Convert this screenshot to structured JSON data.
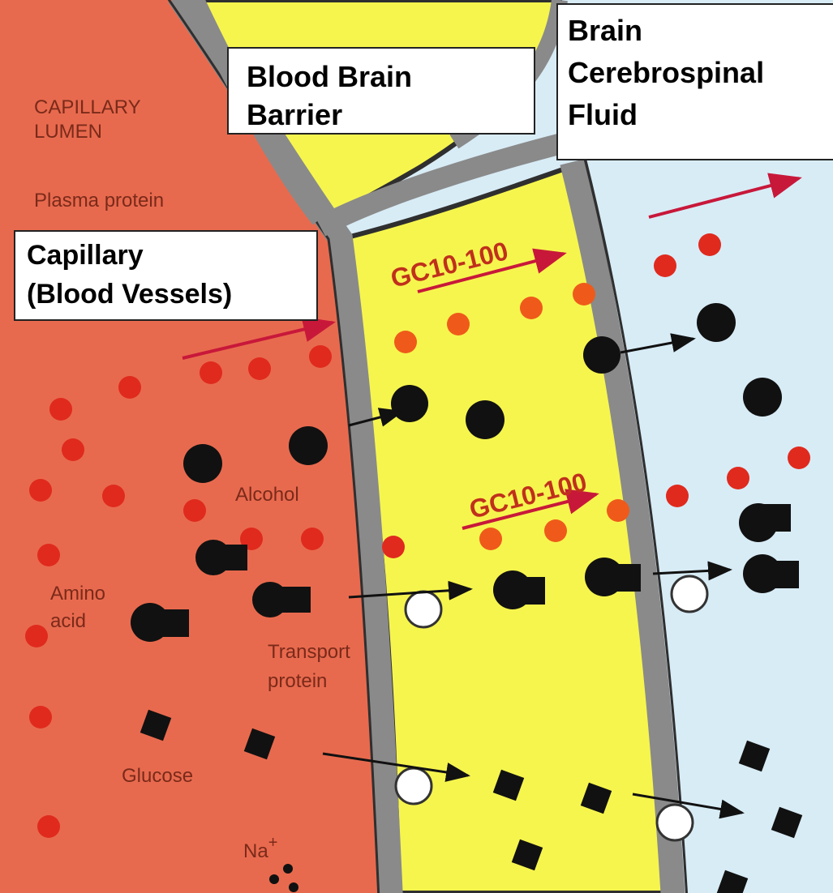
{
  "colors": {
    "capillary": "#e86a4e",
    "cell": "#f6f54e",
    "csf": "#d8ecf6",
    "membrane": "#8a8a8a",
    "membrane_outline": "#2f2f2f",
    "red_dot": "#e02a1e",
    "orange_dot": "#ef5a1a",
    "molecule": "#111111",
    "arrow_red": "#c8183a"
  },
  "labels": {
    "capillary_lumen": "CAPILLARY\nLUMEN",
    "plasma_protein": "Plasma protein",
    "alcohol": "Alcohol",
    "amino_acid": "Amino\nacid",
    "transport_protein": "Transport\nprotein",
    "glucose": "Glucose",
    "sodium": "Na",
    "sodium_charge": "+",
    "gc_top": "GC10-100",
    "gc_mid": "GC10-100"
  },
  "boxes": {
    "blood_brain_barrier": "Blood Brain\nBarrier",
    "brain_csf": "Brain\nCerebrospinal\nFluid",
    "capillary": "Capillary\n(Blood Vessels)"
  }
}
